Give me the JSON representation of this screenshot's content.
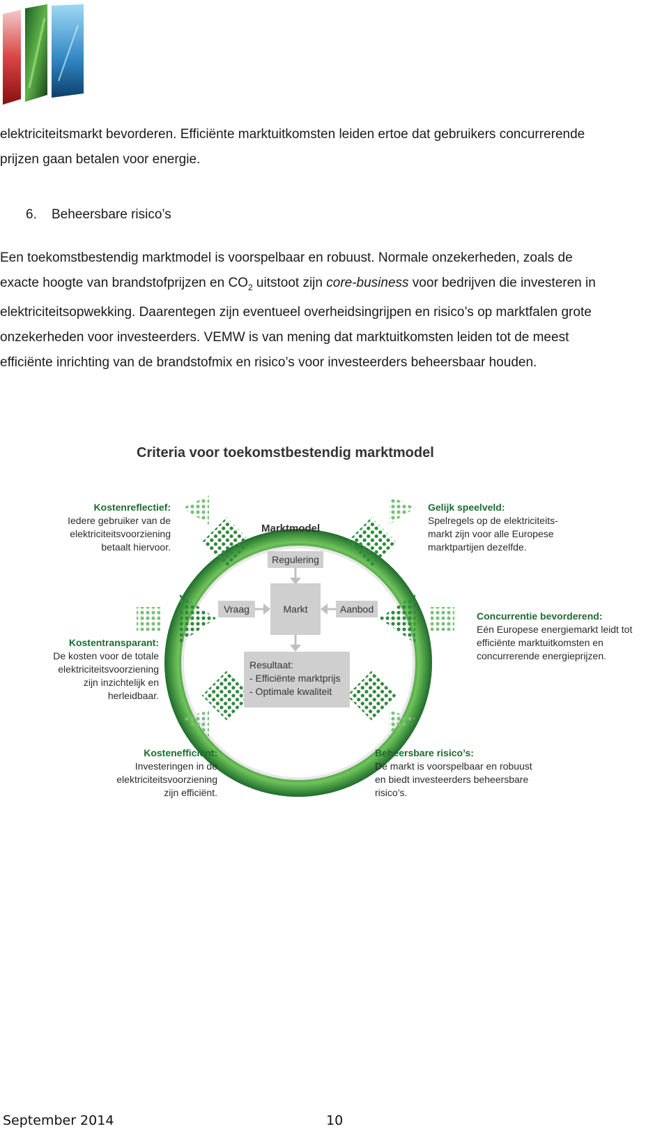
{
  "paragraphs": {
    "p1_l1": "elektriciteitsmarkt bevorderen. Efficiënte marktuitkomsten leiden ertoe dat gebruikers concurrerende",
    "p1_l2": "prijzen gaan betalen voor energie.",
    "section6_num": "6.",
    "section6_title": "Beheersbare risico’s",
    "p2_l1": "Een toekomstbestendig marktmodel is voorspelbaar en robuust. Normale onzekerheden, zoals de",
    "p2_l2a": "exacte hoogte van brandstofprijzen en CO",
    "p2_l2sub": "2",
    "p2_l2b": " uitstoot zijn ",
    "p2_l2em": "core-business",
    "p2_l2c": " voor bedrijven die investeren in",
    "p2_l3": "elektriciteitsopwekking. Daarentegen zijn eventueel overheidsingrijpen en risico’s op marktfalen grote",
    "p2_l4": "onzekerheden voor investeerders. VEMW is van mening dat marktuitkomsten leiden tot de meest",
    "p2_l5": "efficiënte inrichting van de brandstofmix en risico’s voor investeerders beheersbaar houden."
  },
  "figure": {
    "title": "Criteria voor toekomstbestendig marktmodel",
    "center_title": "Marktmodel",
    "regulering": "Regulering",
    "vraag": "Vraag",
    "markt": "Markt",
    "aanbod": "Aanbod",
    "resultaat_1": "Resultaat:",
    "resultaat_2": "- Efficiënte marktprijs",
    "resultaat_3": "- Optimale kwaliteit",
    "criteria": {
      "kostenreflectief": {
        "title": "Kostenreflectief:",
        "lines": [
          "Iedere gebruiker van de",
          "elektriciteitsvoorziening",
          "betaalt hiervoor."
        ]
      },
      "gelijk": {
        "title": "Gelijk speelveld:",
        "lines": [
          "Spelregels op de elektriciteits-",
          "markt zijn voor alle Europese",
          "marktpartijen dezelfde."
        ]
      },
      "transparant": {
        "title": "Kostentransparant:",
        "lines": [
          "De  kosten voor de totale",
          "elektriciteitsvoorziening",
          "zijn inzichtelijk en",
          "herleidbaar."
        ]
      },
      "concurrentie": {
        "title": "Concurrentie bevorderend:",
        "lines": [
          "Eén Europese energiemarkt leidt tot",
          "efficiënte marktuitkomsten en",
          "concurrerende energieprijzen."
        ]
      },
      "efficient": {
        "title": "Kostenefficiënt:",
        "lines": [
          "Investeringen in de",
          "elektriciteitsvoorziening",
          "zijn efficiënt."
        ]
      },
      "risico": {
        "title": "Beheersbare risico’s:",
        "lines": [
          "De markt is voorspelbaar en robuust",
          "en biedt investeerders beheersbare",
          "risico’s."
        ]
      }
    }
  },
  "footer": {
    "date": "September 2014",
    "page": "10"
  },
  "colors": {
    "ring_dark": "#1f6b2c",
    "ring_light": "#6fc45a",
    "dot_green": "#2f8a3e",
    "label_title": "#1e6b2e",
    "box_grey": "#cfcfcf"
  }
}
